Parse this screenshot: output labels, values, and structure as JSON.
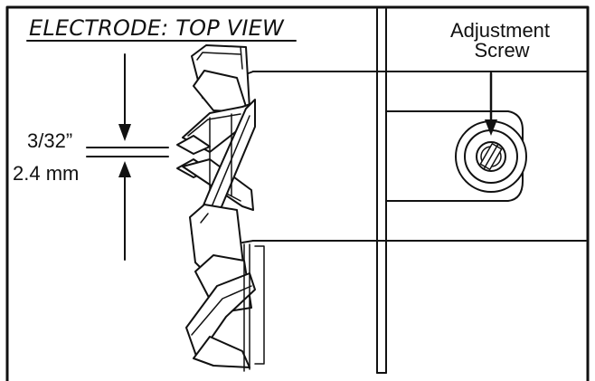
{
  "title": "ELECTRODE: TOP VIEW",
  "gap": {
    "value_in": "3/32”",
    "value_mm": "2.4 mm"
  },
  "adjustment": {
    "line1": "Adjustment",
    "line2": "Screw"
  }
}
